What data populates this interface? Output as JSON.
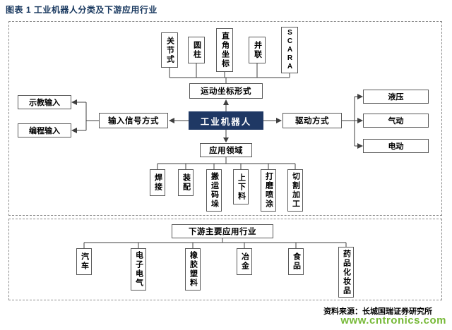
{
  "title": "图表 1 工业机器人分类及下游应用行业",
  "center_label": "工业机器人",
  "coordinate": {
    "label": "运动坐标形式",
    "items": [
      "关节式",
      "圆柱",
      "直角坐标",
      "并联",
      "SCARA"
    ]
  },
  "input_signal": {
    "label": "输入信号方式",
    "items": [
      "示教输入",
      "编程输入"
    ]
  },
  "drive": {
    "label": "驱动方式",
    "items": [
      "液压",
      "气动",
      "电动"
    ]
  },
  "application": {
    "label": "应用领域",
    "items": [
      "焊接",
      "装配",
      "搬运码垛",
      "上下料",
      "打磨喷涂",
      "切割加工"
    ]
  },
  "downstream": {
    "label": "下游主要应用行业",
    "items": [
      "汽车",
      "电子电气",
      "橡胶塑料",
      "冶金",
      "食品",
      "药品化妆品"
    ]
  },
  "footer": {
    "source": "资料来源：长城国瑞证券研究所",
    "watermark": "www.cntronics.com"
  },
  "colors": {
    "title_navy": "#17375E",
    "center_bg": "#1F3864",
    "box_border": "#595959",
    "line": "#3f3f3f",
    "watermark_green": "#76B937"
  }
}
